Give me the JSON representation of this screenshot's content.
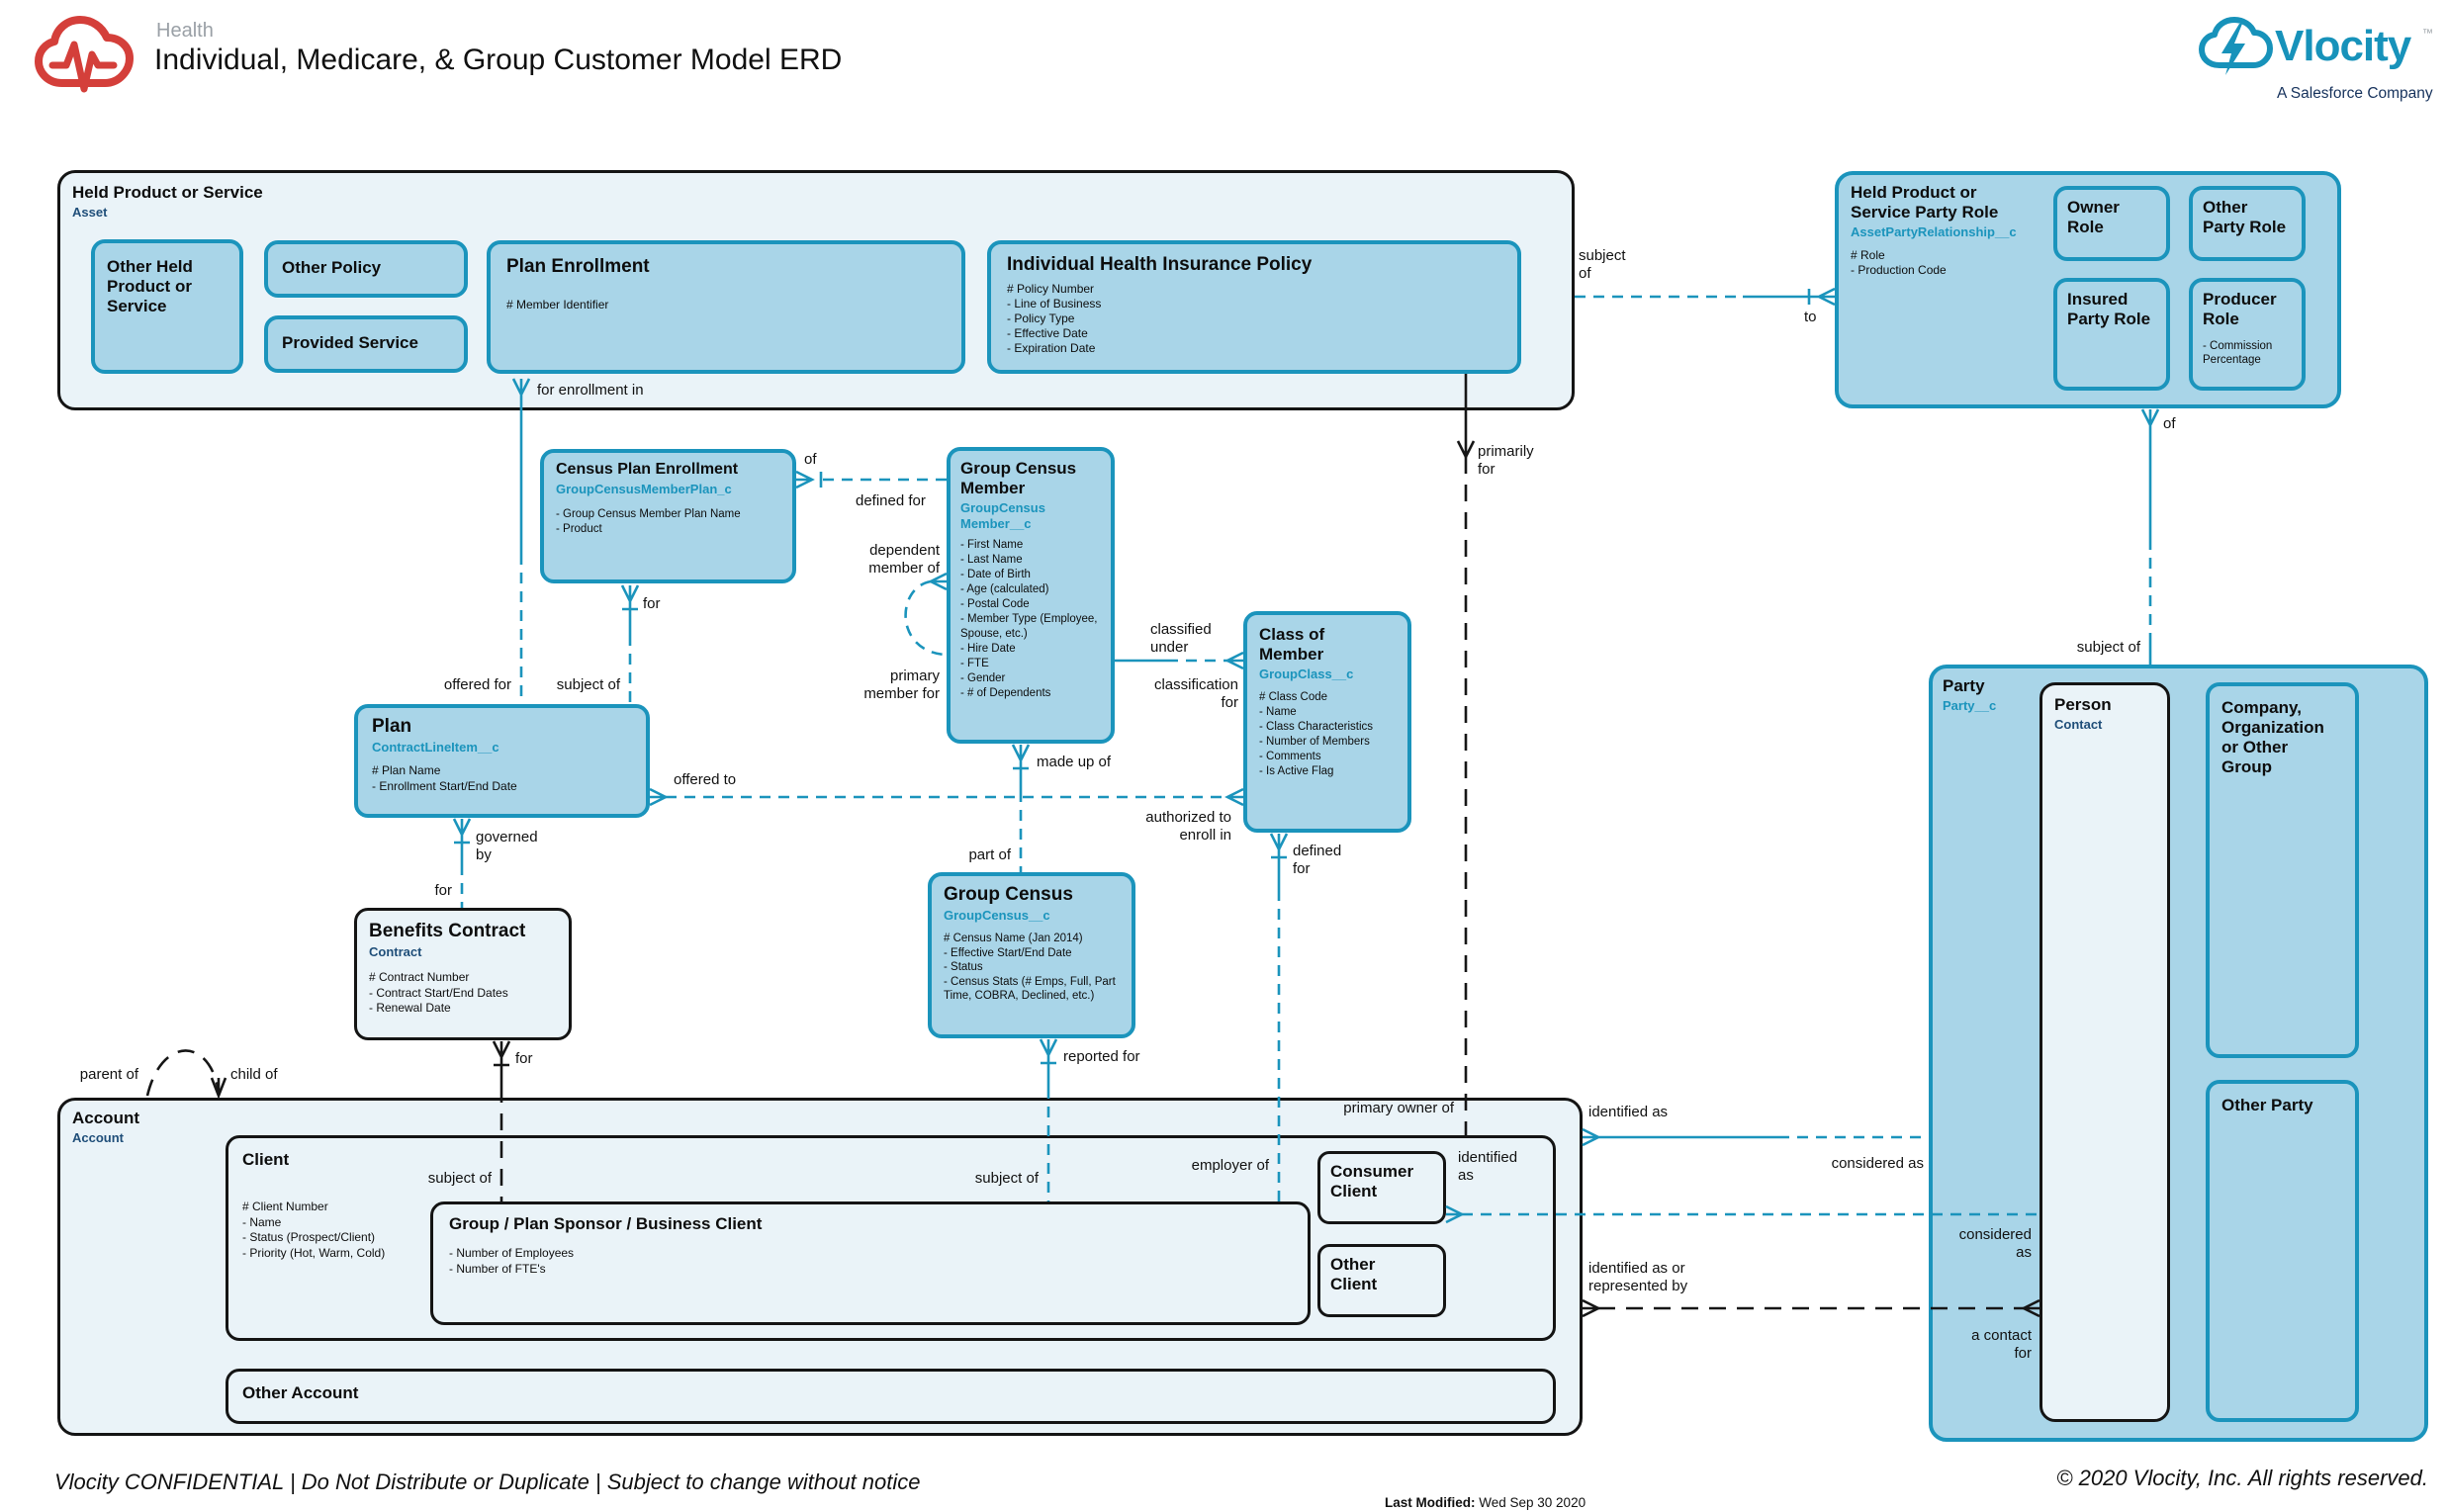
{
  "header": {
    "product": "Health",
    "title": "Individual, Medicare, & Group Customer Model ERD"
  },
  "brand": {
    "name": "Vlocity",
    "tm": "™",
    "tagline": "A Salesforce Company"
  },
  "colors": {
    "teal_border": "#1b94bc",
    "entity_fill": "#a9d5e8",
    "light_fill": "#eaf3f8",
    "navy_label": "#1f4e79",
    "brand_teal": "#1792ba",
    "brand_navy": "#16325c",
    "logo_red": "#d43f3a",
    "black": "#141414"
  },
  "entities": {
    "hps": {
      "title": "Held Product or Service",
      "sub": "Asset"
    },
    "other_held": {
      "title": [
        "Other Held",
        "Product or",
        "Service"
      ]
    },
    "other_policy": {
      "title": "Other Policy"
    },
    "provided_service": {
      "title": "Provided Service"
    },
    "plan_enrollment": {
      "title": "Plan Enrollment",
      "attrs": [
        "# Member Identifier"
      ]
    },
    "ihip": {
      "title": "Individual Health Insurance Policy",
      "attrs": [
        "# Policy Number",
        "- Line of Business",
        "- Policy Type",
        "- Effective Date",
        "- Expiration Date"
      ]
    },
    "hpspr": {
      "title": [
        "Held Product or",
        "Service Party Role"
      ],
      "sub": "AssetPartyRelationship__c",
      "attrs": [
        "# Role",
        "- Production Code"
      ]
    },
    "owner_role": {
      "title": [
        "Owner",
        "Role"
      ]
    },
    "other_party_role": {
      "title": [
        "Other",
        "Party Role"
      ]
    },
    "insured_party_role": {
      "title": [
        "Insured",
        "Party Role"
      ]
    },
    "producer_role": {
      "title": [
        "Producer",
        "Role"
      ],
      "attrs": [
        "- Commission",
        "Percentage"
      ]
    },
    "cpe": {
      "title": "Census Plan Enrollment",
      "sub": "GroupCensusMemberPlan_c",
      "attrs": [
        "- Group Census Member Plan Name",
        "- Product"
      ]
    },
    "gcm": {
      "title": [
        "Group Census",
        "Member"
      ],
      "sub": [
        "GroupCensus",
        "Member__c"
      ],
      "attrs": [
        "- First Name",
        "- Last Name",
        "- Date of Birth",
        "- Age (calculated)",
        "- Postal Code",
        "- Member Type (Employee, Spouse, etc.)",
        "- Hire Date",
        "- FTE",
        "- Gender",
        "- # of Dependents"
      ]
    },
    "com": {
      "title": [
        "Class of",
        "Member"
      ],
      "sub": "GroupClass__c",
      "attrs": [
        "# Class Code",
        "- Name",
        "- Class Characteristics",
        "- Number of Members",
        "- Comments",
        "- Is Active Flag"
      ]
    },
    "plan": {
      "title": "Plan",
      "sub": "ContractLineItem__c",
      "attrs": [
        "# Plan Name",
        "- Enrollment Start/End Date"
      ]
    },
    "bc": {
      "title": "Benefits Contract",
      "sub": "Contract",
      "attrs": [
        "# Contract Number",
        "- Contract Start/End Dates",
        "- Renewal Date"
      ]
    },
    "gc": {
      "title": "Group Census",
      "sub": "GroupCensus__c",
      "attrs": [
        "# Census Name (Jan 2014)",
        "- Effective Start/End Date",
        "- Status",
        "- Census Stats (# Emps, Full, Part Time, COBRA, Declined, etc.)"
      ]
    },
    "account": {
      "title": "Account",
      "sub": "Account"
    },
    "client": {
      "title": "Client",
      "attrs": [
        "# Client Number",
        "- Name",
        "- Status (Prospect/Client)",
        "- Priority (Hot, Warm, Cold)"
      ]
    },
    "gps": {
      "title": "Group / Plan Sponsor / Business Client",
      "attrs": [
        "- Number of Employees",
        "- Number of FTE's"
      ]
    },
    "consumer_client": {
      "title": [
        "Consumer",
        "Client"
      ]
    },
    "other_client": {
      "title": [
        "Other",
        "Client"
      ]
    },
    "other_account": {
      "title": "Other Account"
    },
    "party": {
      "title": "Party",
      "sub": "Party__c"
    },
    "person": {
      "title": "Person",
      "sub": "Contact"
    },
    "company_group": {
      "title": [
        "Company,",
        "Organization",
        "or Other",
        "Group"
      ]
    },
    "other_party": {
      "title": "Other Party"
    }
  },
  "conn": {
    "for_enrollment_in": "for enrollment in",
    "offered_for": "offered for",
    "subject_of": "subject of",
    "subject_of_2l": [
      "subject",
      "of"
    ],
    "for": "for",
    "of": "of",
    "defined_for": "defined for",
    "defined_for_2l": [
      "defined",
      "for"
    ],
    "dependent_member_of": [
      "dependent",
      "member of"
    ],
    "primary_member_for": [
      "primary",
      "member for"
    ],
    "classified_under": [
      "classified",
      "under"
    ],
    "classification_for": [
      "classification",
      "for"
    ],
    "made_up_of": "made up of",
    "part_of": "part of",
    "offered_to": "offered to",
    "authorized_to_enroll_in": [
      "authorized to",
      "enroll in"
    ],
    "governed_by": [
      "governed",
      "by"
    ],
    "reported_for": "reported for",
    "primarily_for": [
      "primarily",
      "for"
    ],
    "primary_owner_of": "primary owner of",
    "employer_of": "employer of",
    "identified_as": "identified as",
    "identified_as_2l": [
      "identified",
      "as"
    ],
    "considered_as": "considered as",
    "considered_as_2l": [
      "considered",
      "as"
    ],
    "identified_as_or_represented_by": [
      "identified as or",
      "represented by"
    ],
    "a_contact_for": [
      "a contact",
      "for"
    ],
    "to": "to",
    "parent_of": "parent of",
    "child_of": "child of"
  },
  "footer": {
    "confidential": "Vlocity CONFIDENTIAL | Do Not Distribute or Duplicate | Subject to change without notice",
    "last_modified_label": "Last Modified:",
    "last_modified_value": " Wed Sep 30 2020",
    "copyright": "© 2020 Vlocity, Inc. All rights reserved."
  }
}
